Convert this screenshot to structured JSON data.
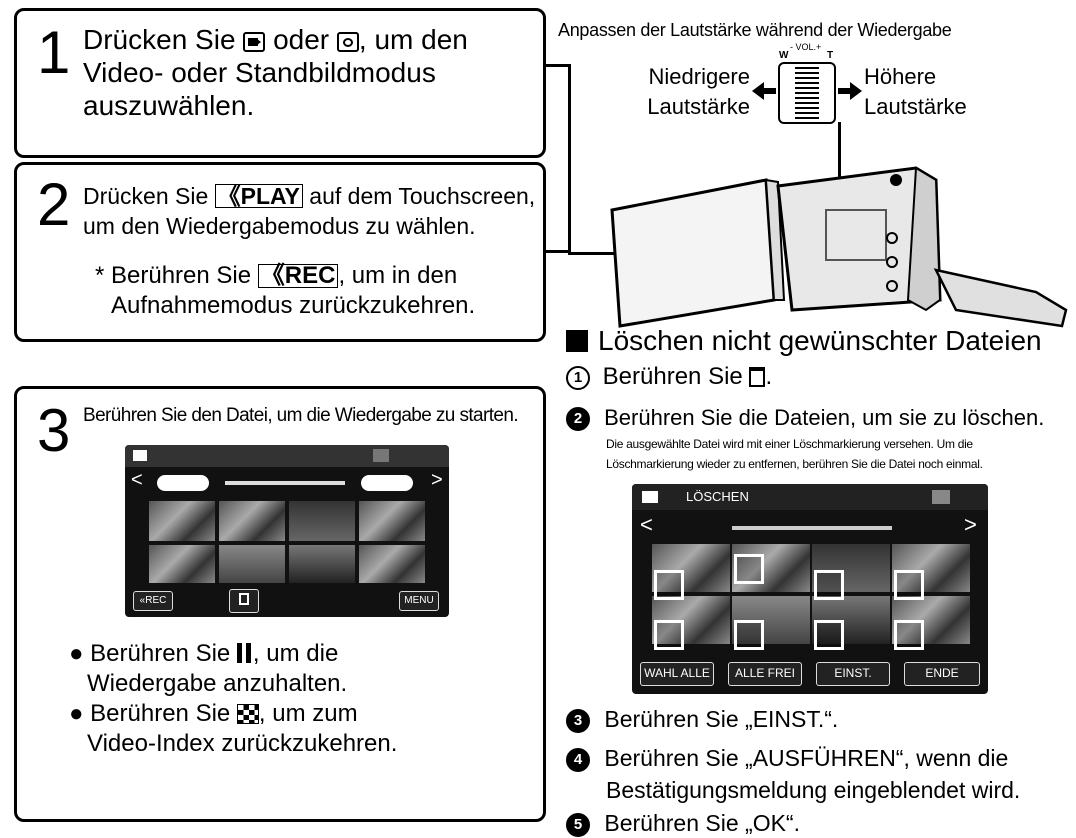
{
  "step1": {
    "number": "1",
    "text_a": "Drücken Sie",
    "text_b": "oder",
    "text_c": ", um den",
    "line2": "Video- oder Standbildmodus",
    "line3": "auszuwählen.",
    "icons": [
      "video-mode-icon",
      "still-mode-icon"
    ]
  },
  "step2": {
    "number": "2",
    "text_a": "Drücken Sie",
    "key_play": "《PLAY",
    "text_b": "auf dem Touchscreen,",
    "line2": "um den Wiedergabemodus zu wählen.",
    "note_a": "* Berühren Sie",
    "key_rec": "《REC",
    "note_b": ", um in den",
    "note_line2": "Aufnahmemodus zurückzukehren."
  },
  "step3": {
    "number": "3",
    "text": "Berühren Sie den Datei, um die Wiedergabe zu starten.",
    "bullet1_a": "● Berühren Sie",
    "bullet1_b": ", um die",
    "bullet1_line2": "Wiedergabe anzuhalten.",
    "bullet2_a": "● Berühren Sie",
    "bullet2_b": ", um zum",
    "bullet2_line2": "Video-Index zurückzukehren.",
    "screen": {
      "nav_left": "<",
      "nav_right": ">",
      "rec_button": "«REC",
      "menu_button": "MENU"
    }
  },
  "volume": {
    "title": "Anpassen der Lautstärke während der Wiedergabe",
    "lower": "Niedrigere",
    "lower2": "Lautstärke",
    "higher": "Höhere",
    "higher2": "Lautstärke",
    "slider_label": "- VOL.+",
    "w": "W",
    "t": "T"
  },
  "delete": {
    "heading": "Löschen nicht gewünschter Dateien",
    "step1_num": "1",
    "step1": "Berühren Sie",
    "step2_num": "2",
    "step2": "Berühren Sie die Dateien, um sie zu löschen.",
    "step2_note1": "Die ausgewählte Datei wird mit einer Löschmarkierung versehen. Um die",
    "step2_note2": "Löschmarkierung wieder zu entfernen, berühren Sie die Datei noch einmal.",
    "step3_num": "3",
    "step3": "Berühren Sie „EINST.“.",
    "step4_num": "4",
    "step4": "Berühren Sie „AUSFÜHREN“, wenn die",
    "step4_line2": "Bestätigungsmeldung eingeblendet wird.",
    "step5_num": "5",
    "step5": "Berühren Sie „OK“.",
    "screen": {
      "title": "LÖSCHEN",
      "nav_left": "<",
      "nav_right": ">",
      "buttons": [
        "WAHL ALLE",
        "ALLE FREI",
        "EINST.",
        "ENDE"
      ]
    }
  }
}
